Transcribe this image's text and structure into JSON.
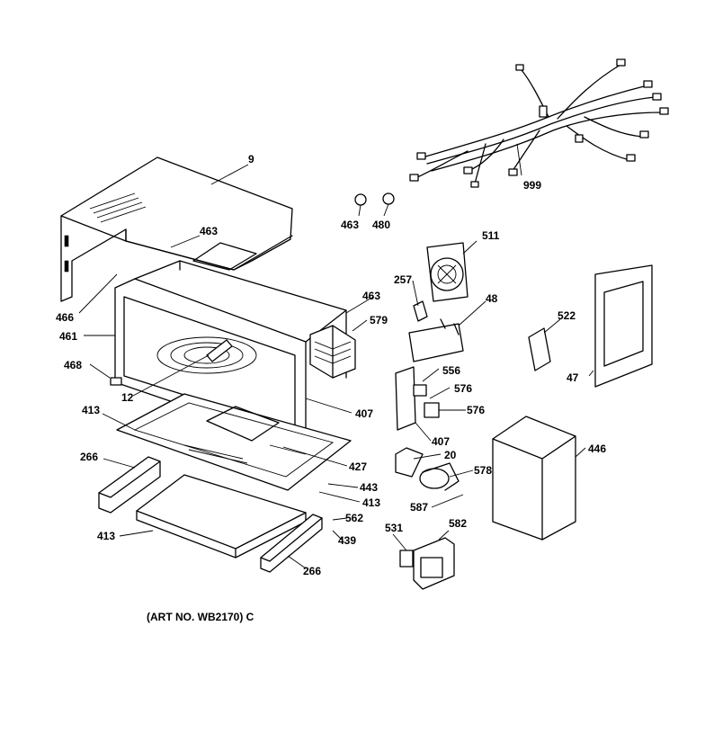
{
  "diagram": {
    "art_no": "(ART NO. WB2170) C",
    "labels": {
      "p9": "9",
      "p999": "999",
      "p463a": "463",
      "p480": "480",
      "p511": "511",
      "p463b": "463",
      "p466": "466",
      "p463c": "463",
      "p461": "461",
      "p257": "257",
      "p48": "48",
      "p522": "522",
      "p579": "579",
      "p468": "468",
      "p12": "12",
      "p556": "556",
      "p47": "47",
      "p576a": "576",
      "p576b": "576",
      "p413a": "413",
      "p407a": "407",
      "p407b": "407",
      "p446": "446",
      "p20": "20",
      "p266a": "266",
      "p427": "427",
      "p578": "578",
      "p443": "443",
      "p413b": "413",
      "p587": "587",
      "p562": "562",
      "p413c": "413",
      "p439": "439",
      "p531": "531",
      "p582": "582",
      "p266b": "266"
    }
  }
}
